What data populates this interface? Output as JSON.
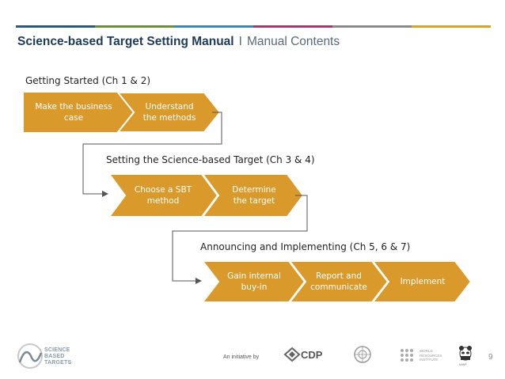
{
  "header": {
    "title_main": "Science-based Target Setting Manual",
    "separator": "I",
    "title_sub": "Manual Contents",
    "accent_colors": [
      "#2e5a7a",
      "#6a8e3a",
      "#3a88b5",
      "#a03a6a",
      "#8a8a8a",
      "#d6a528"
    ]
  },
  "sections": [
    {
      "label": "Getting Started (Ch 1 & 2)",
      "steps": [
        "Make the business\ncase",
        "Understand\nthe methods"
      ]
    },
    {
      "label": "Setting the Science-based Target (Ch 3 & 4)",
      "steps": [
        "Choose a SBT\nmethod",
        "Determine\nthe target"
      ]
    },
    {
      "label": "Announcing and Implementing (Ch 5, 6 & 7)",
      "steps": [
        "Gain internal\nbuy-in",
        "Report and\ncommunicate",
        "Implement"
      ]
    }
  ],
  "colors": {
    "chevron": "#d9992b",
    "chevron_border": "#ffffff",
    "connector": "#555555"
  },
  "footer": {
    "initiative_text": "An initiative by",
    "page_number": "9",
    "logos": [
      {
        "name": "science-based-targets-logo",
        "text": "SCIENCE\nBASED\nTARGETS"
      },
      {
        "name": "cdp-logo",
        "text": "CDP"
      },
      {
        "name": "un-global-compact-logo"
      },
      {
        "name": "world-resources-institute-logo",
        "text": "WORLD\nRESOURCES\nINSTITUTE"
      },
      {
        "name": "wwf-logo",
        "text": "WWF"
      }
    ]
  }
}
